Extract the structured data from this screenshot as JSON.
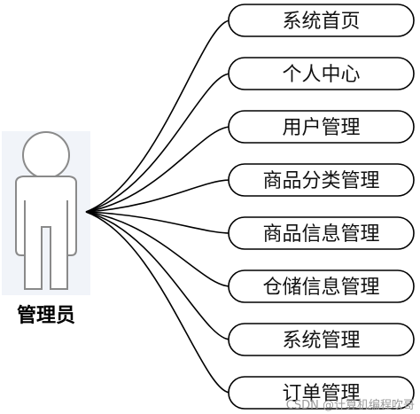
{
  "actor": {
    "label": "管理员",
    "icon": "person-icon"
  },
  "use_cases": [
    {
      "label": "系统首页"
    },
    {
      "label": "个人中心"
    },
    {
      "label": "用户管理"
    },
    {
      "label": "商品分类管理"
    },
    {
      "label": "商品信息管理"
    },
    {
      "label": "仓储信息管理"
    },
    {
      "label": "系统管理"
    },
    {
      "label": "订单管理"
    }
  ],
  "watermark": "CSDN @计算机编程吹哥"
}
